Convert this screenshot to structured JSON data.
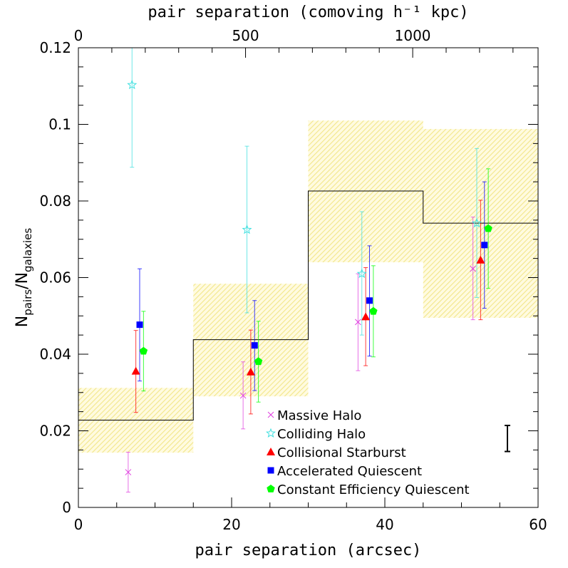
{
  "chart_data": {
    "type": "scatter",
    "xlabel": "pair separation (arcsec)",
    "xlabel_top": "pair separation (comoving h⁻¹ kpc)",
    "ylabel_main": "N",
    "ylabel_sub1": "pairs",
    "ylabel_mid": "/N",
    "ylabel_sub2": "galaxies",
    "xlim": [
      0,
      60
    ],
    "ylim": [
      0,
      0.12
    ],
    "top_xlim": [
      0,
      1375
    ],
    "x_ticks": [
      "0",
      "20",
      "40",
      "60"
    ],
    "y_ticks": [
      "0",
      "0.02",
      "0.04",
      "0.06",
      "0.08",
      "0.1",
      "0.12"
    ],
    "top_ticks": [
      "0",
      "500",
      "1000"
    ],
    "observed_steps": {
      "bin_edges": [
        0,
        15,
        30,
        45,
        60
      ],
      "values": [
        0.0228,
        0.0438,
        0.0826,
        0.0742
      ],
      "band_low": [
        0.0143,
        0.029,
        0.064,
        0.0495
      ],
      "band_high": [
        0.0312,
        0.0584,
        0.101,
        0.0988
      ]
    },
    "series": [
      {
        "name": "Massive Halo",
        "marker": "cross",
        "color": "#e040e0",
        "x": [
          6.5,
          21.5,
          36.5,
          51.5
        ],
        "y": [
          0.0092,
          0.0292,
          0.0484,
          0.0623
        ],
        "lo": [
          0.004,
          0.0205,
          0.0357,
          0.049
        ],
        "hi": [
          0.0144,
          0.038,
          0.061,
          0.0758
        ]
      },
      {
        "name": "Colliding Halo",
        "marker": "star",
        "color": "#40e0e0",
        "x": [
          7.0,
          22.0,
          37.0,
          52.0
        ],
        "y": [
          0.1103,
          0.0725,
          0.061,
          0.0742
        ],
        "lo": [
          0.0888,
          0.0508,
          0.045,
          0.0548
        ],
        "hi": [
          0.12,
          0.0943,
          0.0772,
          0.0937
        ]
      },
      {
        "name": "Collisional Starburst",
        "marker": "triangle",
        "color": "#ff0000",
        "x": [
          7.5,
          22.5,
          37.5,
          52.5
        ],
        "y": [
          0.0356,
          0.0354,
          0.0498,
          0.0646
        ],
        "lo": [
          0.0248,
          0.0244,
          0.037,
          0.049
        ],
        "hi": [
          0.0462,
          0.0463,
          0.0626,
          0.0802
        ]
      },
      {
        "name": "Accelerated Quiescent",
        "marker": "square",
        "color": "#0000ff",
        "x": [
          8.0,
          23.0,
          38.0,
          53.0
        ],
        "y": [
          0.0477,
          0.0423,
          0.054,
          0.0685
        ],
        "lo": [
          0.033,
          0.0305,
          0.0395,
          0.052
        ],
        "hi": [
          0.0623,
          0.054,
          0.0683,
          0.085
        ]
      },
      {
        "name": "Constant Efficiency Quiescent",
        "marker": "pentagon",
        "color": "#00ff00",
        "x": [
          8.5,
          23.5,
          38.5,
          53.5
        ],
        "y": [
          0.0408,
          0.0381,
          0.0512,
          0.0728
        ],
        "lo": [
          0.0304,
          0.0275,
          0.0393,
          0.0572
        ],
        "hi": [
          0.0512,
          0.0486,
          0.0631,
          0.0884
        ]
      }
    ],
    "scale_bar": {
      "x": 56,
      "y_low": 0.0146,
      "y_high": 0.0214
    }
  }
}
